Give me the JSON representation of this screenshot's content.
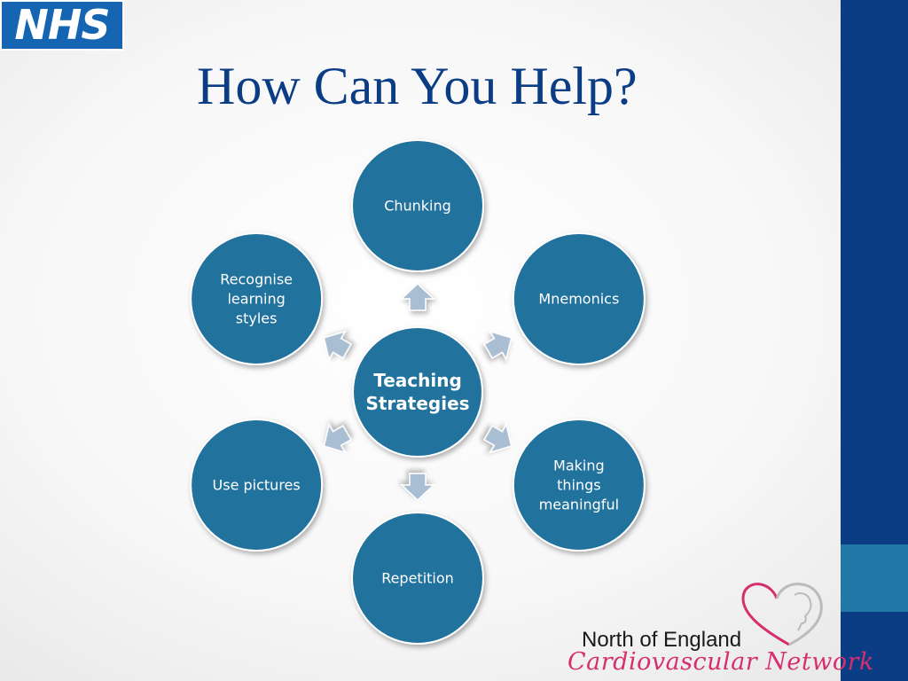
{
  "slide": {
    "title": "How Can You Help?"
  },
  "logos": {
    "nhs": "NHS",
    "network_line1": "North of England",
    "network_line2": "Cardiovascular Network"
  },
  "diagram": {
    "center": "Teaching\nStrategies",
    "nodes": [
      "Chunking",
      "Mnemonics",
      "Making\nthings\nmeaningful",
      "Repetition",
      "Use pictures",
      "Recognise\nlearning\nstyles"
    ]
  },
  "colors": {
    "circle": "#22729e",
    "circle_border": "#ffffff",
    "arrow": "#a9bdd3",
    "title": "#0b3d85",
    "sidebar": "#0b3d85",
    "sidebar_accent": "#2178a6",
    "network_heart": "#d62f6e"
  }
}
